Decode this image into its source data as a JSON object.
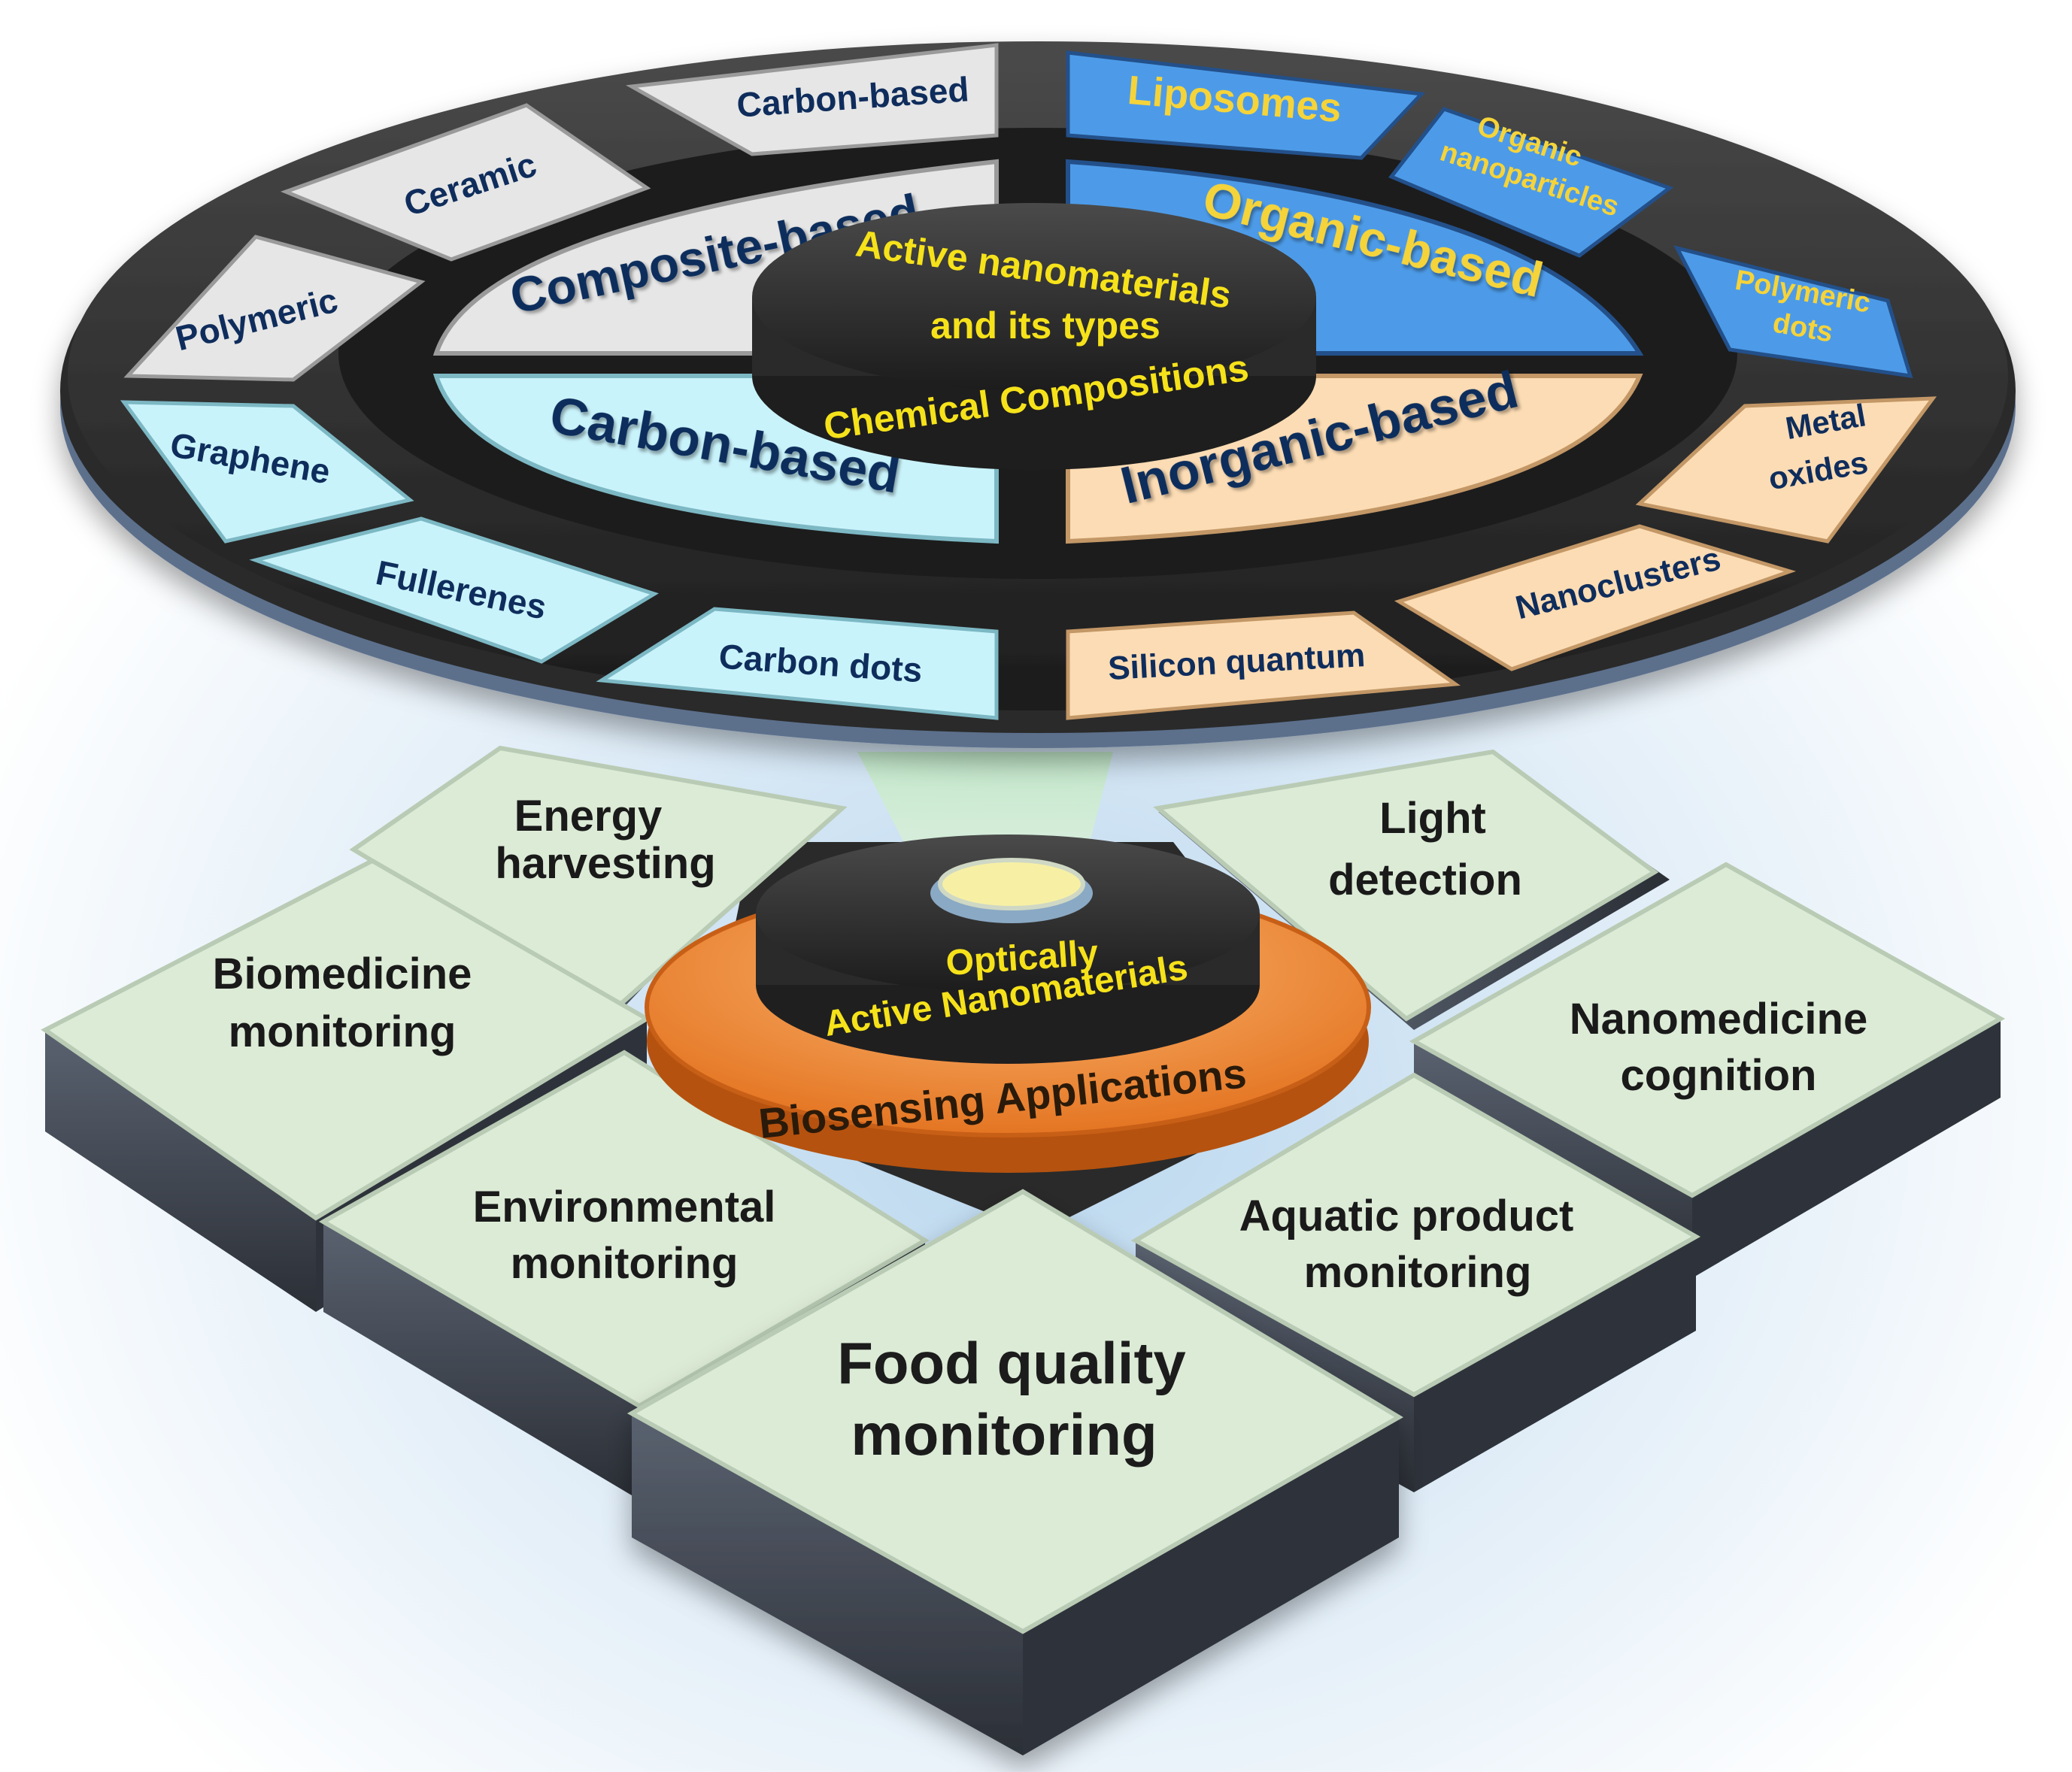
{
  "center": {
    "line1": "Active nanomaterials",
    "line2": "and its types",
    "ring_label": "Chemical Compositions"
  },
  "categories": {
    "composite": {
      "label": "Composite-based",
      "items": [
        "Polymeric",
        "Ceramic",
        "Carbon-based"
      ]
    },
    "organic": {
      "label": "Organic-based",
      "items": [
        "Liposomes",
        "Organic nanoparticles",
        "Polymeric dots"
      ]
    },
    "carbon": {
      "label": "Carbon-based",
      "items": [
        "Graphene",
        "Fullerenes",
        "Carbon dots"
      ]
    },
    "inorganic": {
      "label": "Inorganic-based",
      "items": [
        "Metal oxides",
        "Nanoclusters",
        "Silicon quantum"
      ]
    }
  },
  "hub": {
    "line1": "Optically",
    "line2": "Active Nanomaterials",
    "ring_label": "Biosensing Applications"
  },
  "applications": {
    "energy": [
      "Energy",
      "harvesting"
    ],
    "light": [
      "Light",
      "detection"
    ],
    "biomedicine": [
      "Biomedicine",
      "monitoring"
    ],
    "nanomedicine": [
      "Nanomedicine",
      "cognition"
    ],
    "environmental": [
      "Environmental",
      "monitoring"
    ],
    "aquatic": [
      "Aquatic product",
      "monitoring"
    ],
    "food": [
      "Food quality",
      "monitoring"
    ]
  },
  "colors": {
    "composite": "#e6e6e6",
    "organic": "#4d9be8",
    "carbon": "#c9f3fb",
    "inorganic": "#fcdcb4",
    "disc": "#2b2b2b",
    "hub_ring": "#f08a2e",
    "tile": "#dcebd6"
  }
}
